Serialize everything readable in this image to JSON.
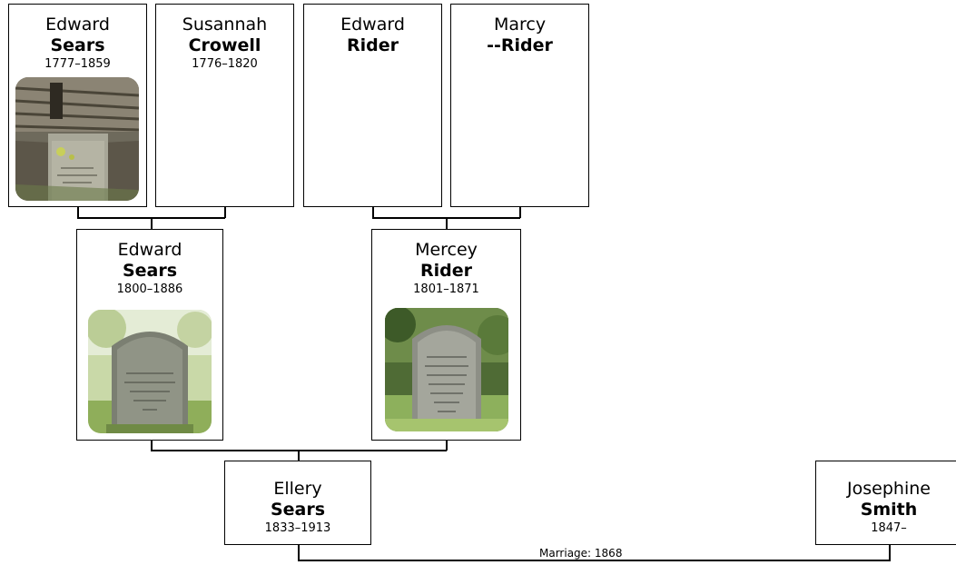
{
  "people": {
    "ggf1": {
      "first": "Edward",
      "last": "Sears",
      "dates": "1777–1859"
    },
    "ggm1": {
      "first": "Susannah",
      "last": "Crowell",
      "dates": "1776–1820"
    },
    "ggf2": {
      "first": "Edward",
      "last": "Rider",
      "dates": ""
    },
    "ggm2": {
      "first": "Marcy",
      "last": "--Rider",
      "dates": ""
    },
    "gf": {
      "first": "Edward",
      "last": "Sears",
      "dates": "1800–1886"
    },
    "gm": {
      "first": "Mercey",
      "last": "Rider",
      "dates": "1801–1871"
    },
    "subject": {
      "first": "Ellery",
      "last": "Sears",
      "dates": "1833–1913"
    },
    "spouse": {
      "first": "Josephine",
      "last": "Smith",
      "dates": "1847–"
    }
  },
  "marriage": {
    "label": "Marriage: 1868"
  },
  "icons": {
    "photo_type": "headstone-photo"
  }
}
